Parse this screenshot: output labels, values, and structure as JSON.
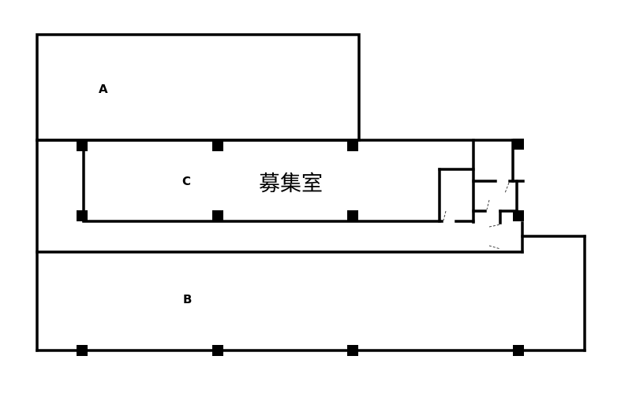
{
  "rooms": {
    "a": "A",
    "b": "B",
    "c": "C"
  },
  "highlight_label": "募集室",
  "colors": {
    "wall": "#000000",
    "background": "#ffffff"
  }
}
